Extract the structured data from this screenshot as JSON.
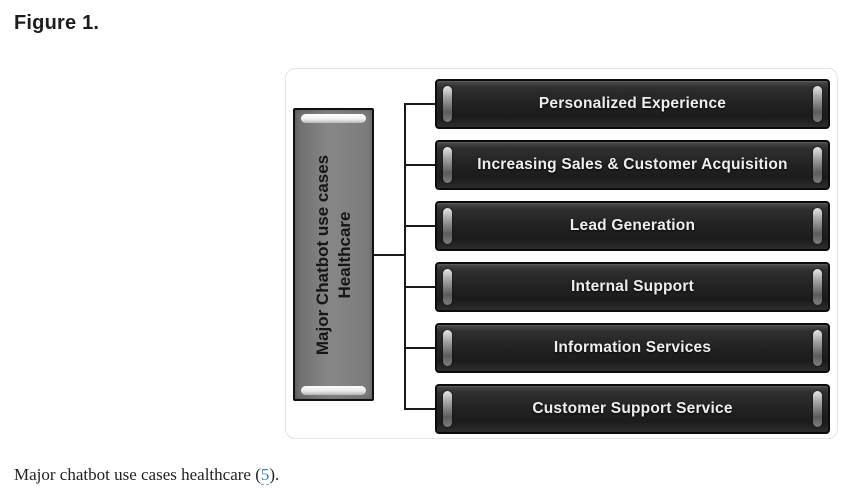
{
  "figure": {
    "label": "Figure 1."
  },
  "diagram": {
    "root_label_line1": "Major Chatbot use cases",
    "root_label_line2": "Healthcare",
    "use_cases": [
      "Personalized Experience",
      "Increasing Sales & Customer Acquisition",
      "Lead Generation",
      "Internal Support",
      "Information Services",
      "Customer Support Service"
    ]
  },
  "caption": {
    "prefix": "Major chatbot use cases healthcare (",
    "citation_link": "5",
    "suffix": ")."
  },
  "colors": {
    "bar_fill": "#242424",
    "bar_border": "#0b0b0b",
    "bar_text": "#eeeeee",
    "root_fill": "#7a7a7a",
    "accent_bar": "#a6a6a6",
    "connector": "#1a1a1a",
    "citation_link": "#3b80c2",
    "card_border": "#e4e4e6"
  }
}
